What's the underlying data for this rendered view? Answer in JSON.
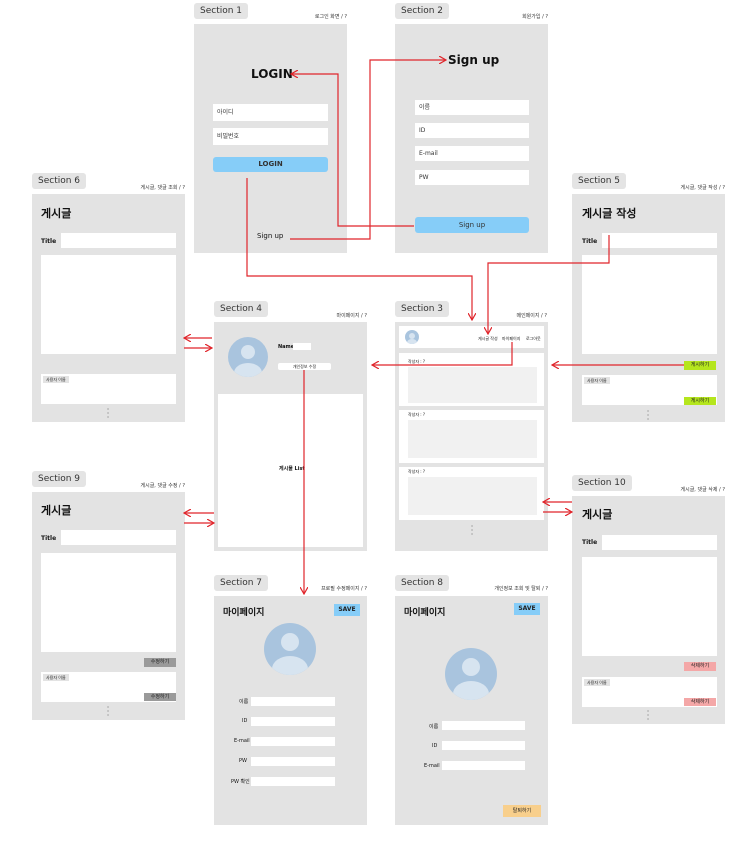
{
  "sections": {
    "s1": {
      "label": "Section 1",
      "note": "로그인 화면 / ?",
      "title": "LOGIN",
      "id_placeholder": "아이디",
      "pw_placeholder": "비밀번호",
      "login_button": "LOGIN",
      "signup_link": "Sign up"
    },
    "s2": {
      "label": "Section 2",
      "note": "회원가입 / ?",
      "title": "Sign up",
      "fields": [
        "이름",
        "ID",
        "E-mail",
        "PW"
      ],
      "button": "Sign up"
    },
    "s3": {
      "label": "Section 3",
      "note": "메인페이지 / ?",
      "nav": [
        "게시글 작성",
        "마이페이지",
        "로그아웃"
      ],
      "post_author": "작성자 : ?"
    },
    "s4": {
      "label": "Section 4",
      "note": "마이페이지 / ?",
      "name": "Name",
      "edit_profile": "개인정보 수정",
      "post_list": "게시물 List"
    },
    "s5": {
      "label": "Section 5",
      "note": "게시글, 댓글 작성 / ?",
      "title": "게시글 작성",
      "field_title": "Title",
      "post_button": "게시하기",
      "commenter": "사용자 이름",
      "comment_button": "게시하기"
    },
    "s6": {
      "label": "Section 6",
      "note": "게시글, 댓글 조회 / ?",
      "title": "게시글",
      "field_title": "Title",
      "commenter": "사용자 이름"
    },
    "s7": {
      "label": "Section 7",
      "note": "프로필 수정페이지 / ?",
      "title": "마이페이지",
      "save": "SAVE",
      "fields": [
        "이름",
        "ID",
        "E-mail",
        "PW",
        "PW 확인"
      ]
    },
    "s8": {
      "label": "Section 8",
      "note": "개인정보 조회 및 탈퇴 / ?",
      "title": "마이페이지",
      "save": "SAVE",
      "fields": [
        "이름",
        "ID",
        "E-mail"
      ],
      "withdraw": "탈퇴하기"
    },
    "s9": {
      "label": "Section 9",
      "note": "게시글, 댓글 수정 / ?",
      "title": "게시글",
      "field_title": "Title",
      "edit_button": "수정하기",
      "commenter": "사용자 이름",
      "comment_edit": "수정하기"
    },
    "s10": {
      "label": "Section 10",
      "note": "게시글, 댓글 삭제 / ?",
      "title": "게시글",
      "field_title": "Title",
      "delete_button": "삭제하기",
      "commenter": "사용자 이름",
      "comment_delete": "삭제하기"
    }
  },
  "colors": {
    "arrow": "#e0252b",
    "login_blue": "#86cdf8",
    "post_green": "#b5e61d",
    "delete_red": "#f4a7a7",
    "withdraw_orange": "#f8cf8c",
    "frame": "#e3e3e3",
    "edit_gray": "#9a9a9a"
  }
}
